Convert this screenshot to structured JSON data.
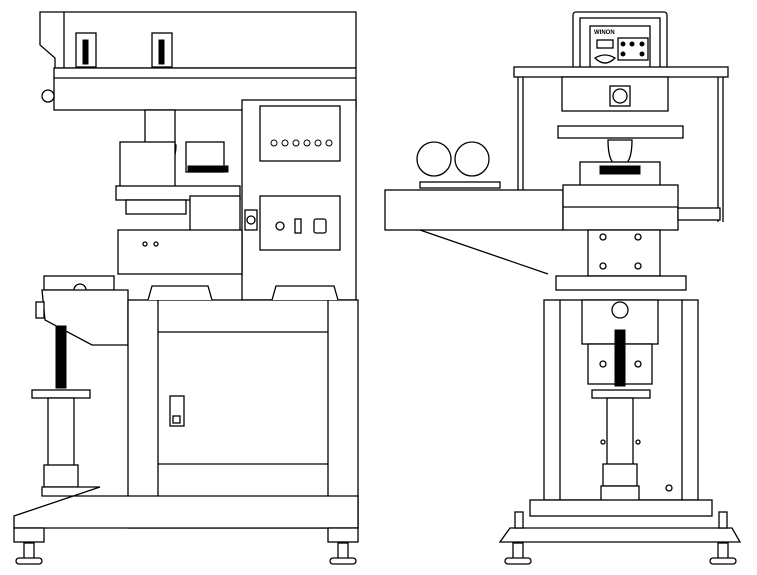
{
  "drawing": {
    "views": [
      "side-view",
      "front-view"
    ],
    "control_panel_logo": "WINON",
    "colors": {
      "line": "#000000",
      "background": "#ffffff"
    }
  }
}
